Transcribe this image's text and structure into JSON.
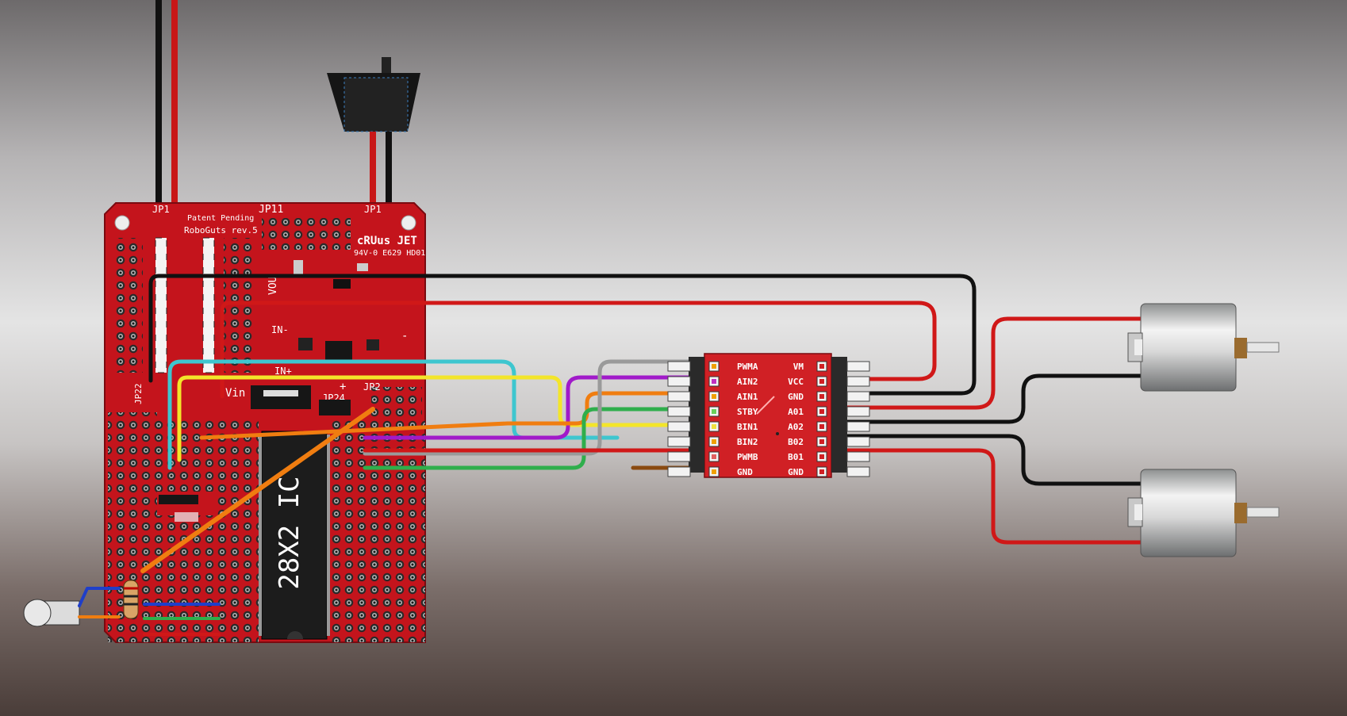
{
  "board": {
    "silkscreen_top_left": "JP11",
    "left_header_label": "JP1",
    "right_header_label": "JP1",
    "patent": "Patent Pending",
    "name": "RoboGuts rev.5",
    "ul_mark": "cRUus JET",
    "ul_code": "94V-0  E629 HD01",
    "jp22": "JP22",
    "jp24": "JP24",
    "jp2": "JP2",
    "vout_side": "VOU",
    "in_minus": "IN-",
    "in_plus": "IN+",
    "vin": "Vin",
    "minus": "-",
    "plus": "+",
    "ic_label": "28X2 IC"
  },
  "driver": {
    "left_pins": [
      "PWMA",
      "AIN2",
      "AIN1",
      "STBY",
      "BIN1",
      "BIN2",
      "PWMB",
      "GND"
    ],
    "right_pins": [
      "VM",
      "VCC",
      "GND",
      "A01",
      "A02",
      "B02",
      "B01",
      "GND"
    ]
  },
  "wire_colors": {
    "black": "#111111",
    "red": "#d01818",
    "cyan": "#3ec6cf",
    "yellow": "#f3e52a",
    "purple": "#a11ac9",
    "orange": "#f07d10",
    "green": "#2fae4c",
    "gray": "#9a9a9a",
    "blue": "#1f3fc9",
    "brown": "#8a4a10"
  },
  "colors": {
    "pcb": "#c4141c",
    "driver_pcb": "#d02025",
    "ic": "#1c1c1c"
  }
}
